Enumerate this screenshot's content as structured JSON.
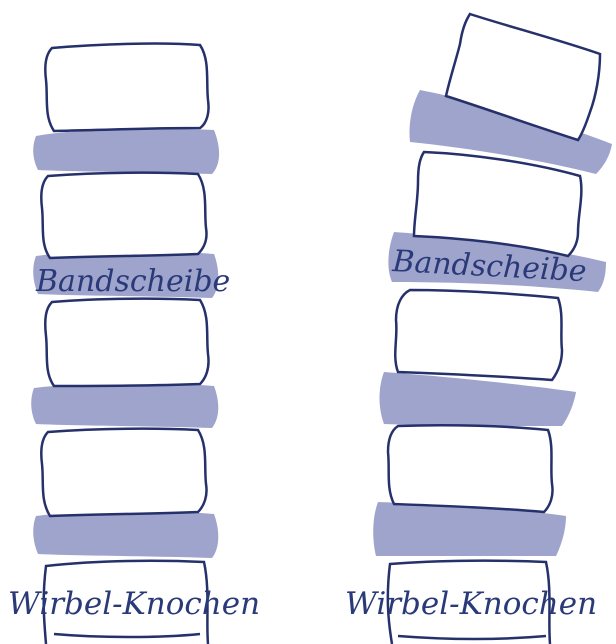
{
  "colors": {
    "outline": "#26306a",
    "disc": "#9ea4cc",
    "text": "#2a3a78",
    "background": "#ffffff"
  },
  "left_spine": {
    "disc_label": "Bandscheibe",
    "bone_label": "Wirbel-Knochen"
  },
  "right_spine": {
    "disc_label": "Bandscheibe",
    "bone_label": "Wirbel-Knochen"
  }
}
